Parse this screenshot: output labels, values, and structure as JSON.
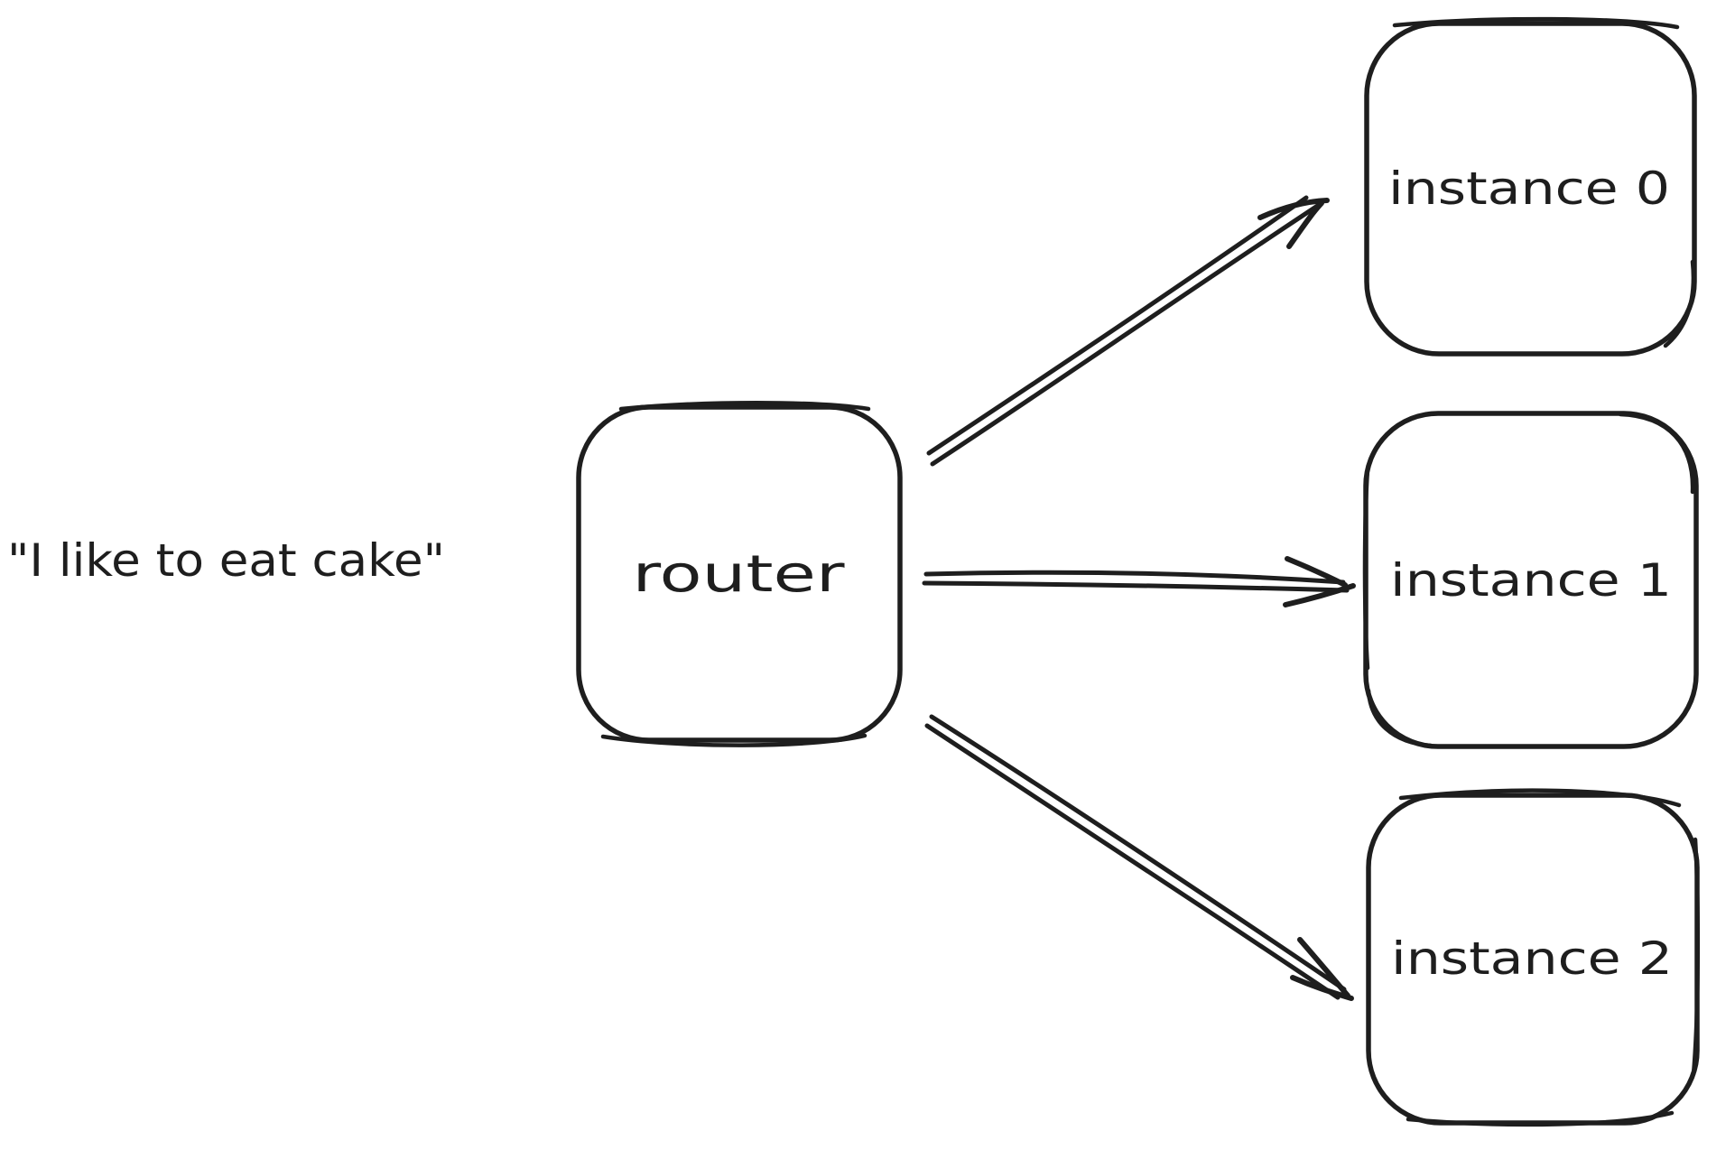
{
  "diagram": {
    "input_text": "\"I like to eat cake\"",
    "router": {
      "label": "router"
    },
    "instances": [
      {
        "label": "instance 0"
      },
      {
        "label": "instance 1"
      },
      {
        "label": "instance 2"
      }
    ],
    "edges": [
      {
        "from": "router",
        "to": "instance 0"
      },
      {
        "from": "router",
        "to": "instance 1"
      },
      {
        "from": "router",
        "to": "instance 2"
      }
    ],
    "colors": {
      "ink": "#1e1e1e",
      "background": "#ffffff"
    }
  }
}
